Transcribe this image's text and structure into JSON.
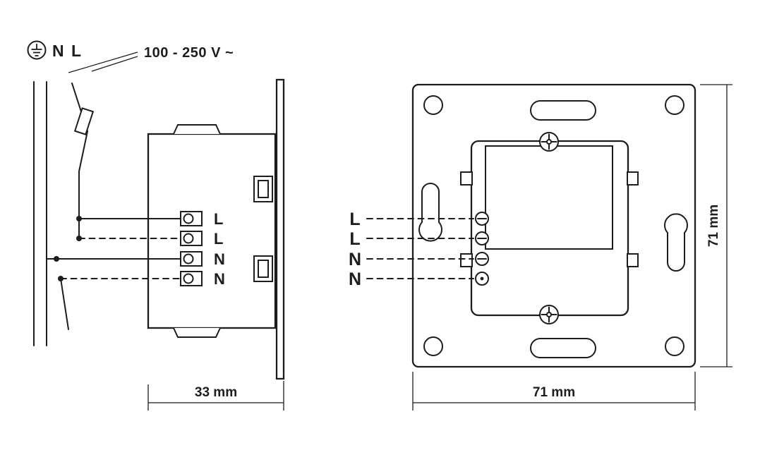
{
  "page": {
    "background": "#ffffff",
    "line_color": "#1d1d1b"
  },
  "supply": {
    "earth_icon": "protective-earth",
    "neutral_label": "N",
    "line_label": "L",
    "voltage": "100 - 250 V ~"
  },
  "side_view": {
    "terminals": [
      "L",
      "L",
      "N",
      "N"
    ],
    "depth_dimension": "33 mm"
  },
  "front_view": {
    "terminals": [
      "L",
      "L",
      "N",
      "N"
    ],
    "height_dimension": "71 mm",
    "width_dimension": "71 mm"
  }
}
